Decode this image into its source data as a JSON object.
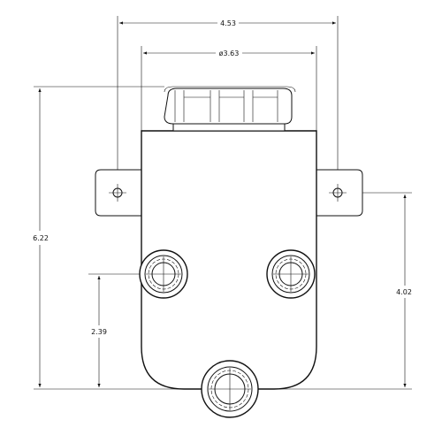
{
  "dimensions": {
    "overall_width": "4.53",
    "body_diameter": "ø3.63",
    "overall_height": "6.22",
    "port_height": "2.39",
    "tab_height": "4.02"
  },
  "colors": {
    "line": "#111111",
    "background": "#ffffff"
  }
}
